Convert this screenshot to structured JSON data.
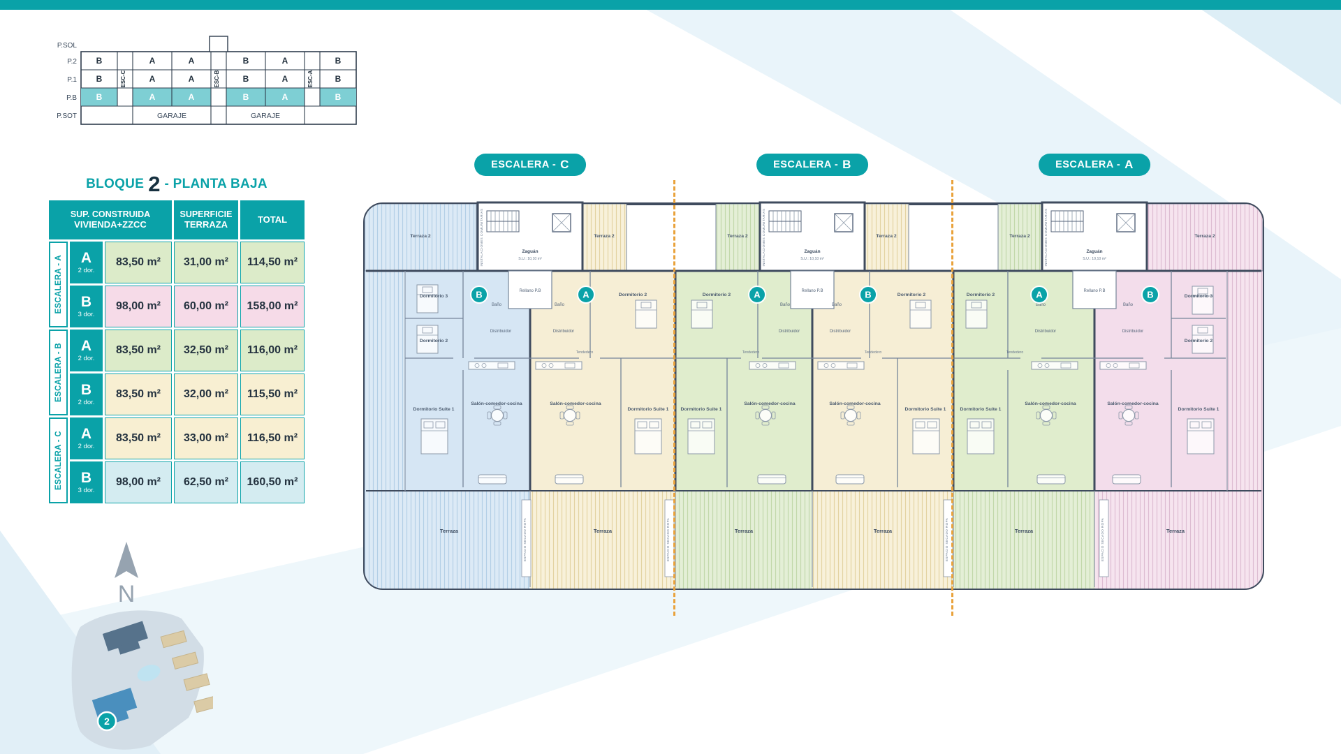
{
  "meta": {
    "accent": "#0aa2a8",
    "wall_color": "#3f4b5e",
    "divider_dash_color": "#e9a23b",
    "unit_colors": {
      "blue": "#d6e6f4",
      "yellow": "#f6eed5",
      "green": "#e0edcd",
      "pink": "#f3ddeb"
    }
  },
  "stack_diagram": {
    "floors": [
      "P.SOL",
      "P.2",
      "P.1",
      "P.B",
      "P.SOT"
    ],
    "esc": [
      "ESC-C",
      "ESC-B",
      "ESC-A"
    ],
    "p2": [
      "B",
      "A",
      "A",
      "B",
      "A",
      "B"
    ],
    "p1": [
      "B",
      "A",
      "A",
      "B",
      "A",
      "B"
    ],
    "pb": [
      "B",
      "A",
      "A",
      "B",
      "A",
      "B"
    ],
    "garage": "GARAJE"
  },
  "summary": {
    "title_prefix": "BLOQUE",
    "title_number": "2",
    "title_suffix": "- PLANTA BAJA",
    "head": {
      "c1l1": "SUP. CONSTRUIDA",
      "c1l2": "VIVIENDA+ZZCC",
      "c2l1": "SUPERFICIE",
      "c2l2": "TERRAZA",
      "c3": "TOTAL"
    },
    "groups": [
      {
        "label": "ESCALERA - A",
        "rows": [
          {
            "unit": "A",
            "dorm": "2 dor.",
            "built": "83,50 m²",
            "terrace": "31,00 m²",
            "total": "114,50 m²"
          },
          {
            "unit": "B",
            "dorm": "3 dor.",
            "built": "98,00 m²",
            "terrace": "60,00 m²",
            "total": "158,00 m²"
          }
        ]
      },
      {
        "label": "ESCALERA - B",
        "rows": [
          {
            "unit": "A",
            "dorm": "2 dor.",
            "built": "83,50 m²",
            "terrace": "32,50 m²",
            "total": "116,00 m²"
          },
          {
            "unit": "B",
            "dorm": "2 dor.",
            "built": "83,50 m²",
            "terrace": "32,00 m²",
            "total": "115,50 m²"
          }
        ]
      },
      {
        "label": "ESCALERA - C",
        "rows": [
          {
            "unit": "A",
            "dorm": "2 dor.",
            "built": "83,50 m²",
            "terrace": "33,00 m²",
            "total": "116,50 m²"
          },
          {
            "unit": "B",
            "dorm": "3 dor.",
            "built": "98,00 m²",
            "terrace": "62,50 m²",
            "total": "160,50 m²"
          }
        ]
      }
    ]
  },
  "plan": {
    "pills": [
      {
        "prefix": "ESCALERA -",
        "letter": "C"
      },
      {
        "prefix": "ESCALERA -",
        "letter": "B"
      },
      {
        "prefix": "ESCALERA -",
        "letter": "A"
      }
    ],
    "badges": [
      "B",
      "A",
      "A",
      "B",
      "A",
      "B"
    ],
    "rooms": {
      "salon": "Salón-comedor-cocina",
      "suite": "Dormitorio Suite 1",
      "dorm2": "Dormitorio 2",
      "dorm3": "Dormitorio 3",
      "bath": "Baño",
      "dist": "Distribuidor",
      "terrace": "Terraza",
      "terrace2": "Terraza 2",
      "hall": "Zaguán",
      "hall_area": "S.U.: 10,10 m²",
      "landing": "Rellano P.B",
      "laundry": "Tendedero",
      "drying": "ESPACIO SECADO ROPA",
      "inst": "INSTALACIONES COMUNITARIAS"
    }
  },
  "compass": {
    "letter": "N"
  },
  "sitemap": {
    "block_badge": "2"
  }
}
